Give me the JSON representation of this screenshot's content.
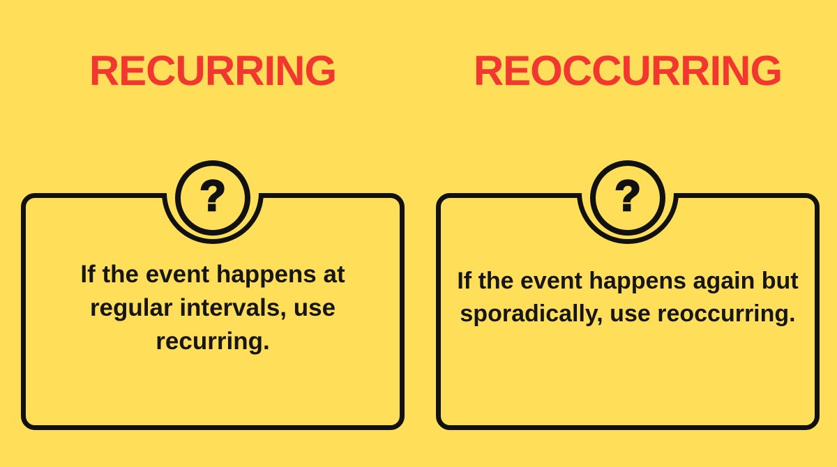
{
  "page": {
    "background_color": "#FFDE59",
    "accent_color": "#F23731",
    "ink_color": "#111111"
  },
  "columns": [
    {
      "heading": "RECURRING",
      "card": {
        "icon": "question-mark",
        "icon_glyph": "?",
        "lines": [
          "If the event happens at",
          "regular intervals, use",
          "recurring."
        ]
      }
    },
    {
      "heading": "REOCCURRING",
      "card": {
        "icon": "question-mark",
        "icon_glyph": "?",
        "lines": [
          "If the event happens again but",
          "sporadically, use reoccurring."
        ]
      }
    }
  ]
}
